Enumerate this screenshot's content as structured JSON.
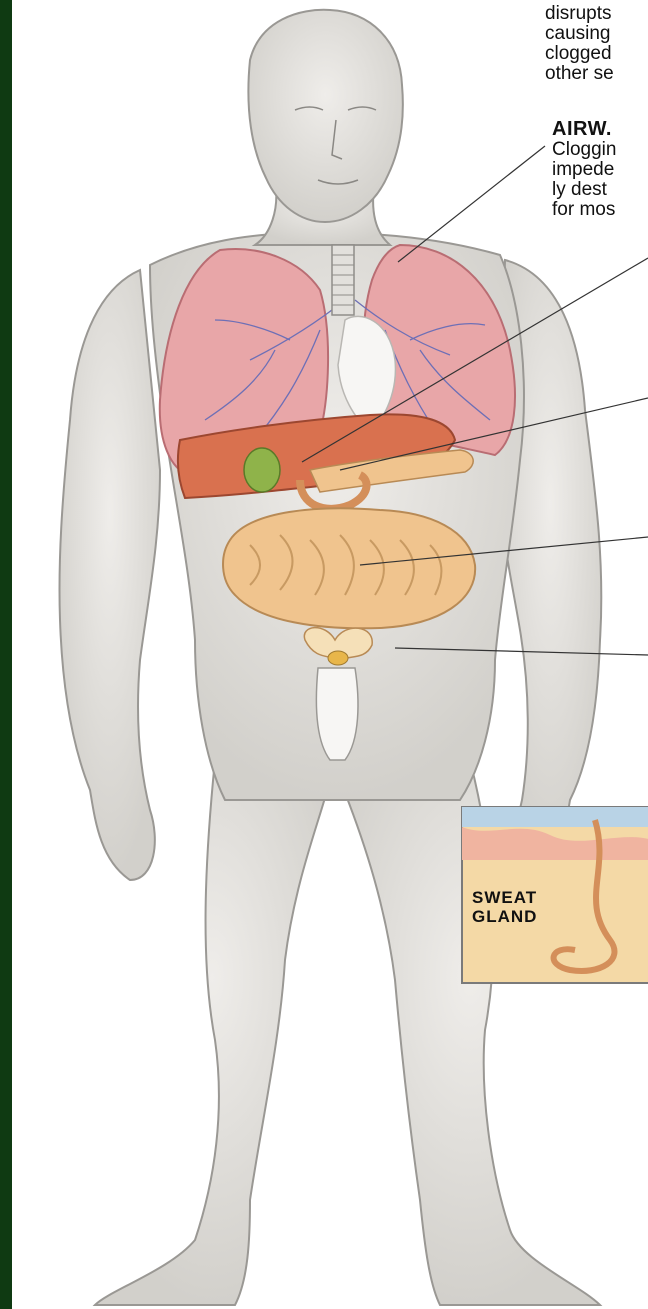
{
  "top_text": {
    "line1": "disrupts",
    "line2": "causing",
    "line3": "clogged",
    "line4": "other se"
  },
  "airway_callout": {
    "heading": "AIRW.",
    "line1": "Cloggin",
    "line2": "impede",
    "line3": "ly dest",
    "line4": "for mos"
  },
  "inset": {
    "label_line1": "SWEAT",
    "label_line2": "GLAND"
  },
  "colors": {
    "page_bg": "#ffffff",
    "left_band": "#0f3a12",
    "skin": "#e6e4e0",
    "lungs": "#e8a6a8",
    "liver": "#d9714f",
    "intestines": "#f0c48e",
    "gallbladder": "#8fb34a",
    "inset_bg": "#f4d9a6"
  }
}
